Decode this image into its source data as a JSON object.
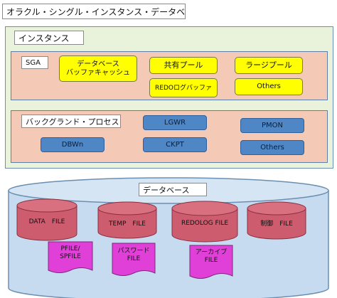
{
  "title": "オラクル・シングル・インスタンス・データベース",
  "instance": {
    "label": "インスタンス",
    "sga": {
      "label": "SGA",
      "buffer_cache": "データベース\nバッファキャッシュ",
      "shared_pool": "共有プール",
      "large_pool": "ラージプール",
      "redo_log_buffer": "REDOログバッファ",
      "others": "Others"
    },
    "background": {
      "label": "バックグランド・プロセス",
      "lgwr": "LGWR",
      "pmon": "PMON",
      "dbwn": "DBWn",
      "ckpt": "CKPT",
      "others": "Others"
    }
  },
  "database": {
    "label": "データベース",
    "cylinders": {
      "data_file": "DATA　FILE",
      "temp_file": "TEMP　FILE",
      "redolog_file": "REDOLOG FILE",
      "control_file": "制御　FILE"
    },
    "documents": {
      "pfile": "PFILE/\nSPFILE",
      "password_file": "パスワード\nFILE",
      "archive_file": "アーカイブ\nFILE"
    }
  },
  "colors": {
    "instance_fill": "#e9f3dc",
    "pool_fill": "#f4c9b6",
    "memory_fill": "#ffff00",
    "process_fill": "#4f86c6",
    "database_fill": "#c7dbf0",
    "file_fill": "#cc5c6e",
    "parameter_file_fill": "#e040d8"
  }
}
